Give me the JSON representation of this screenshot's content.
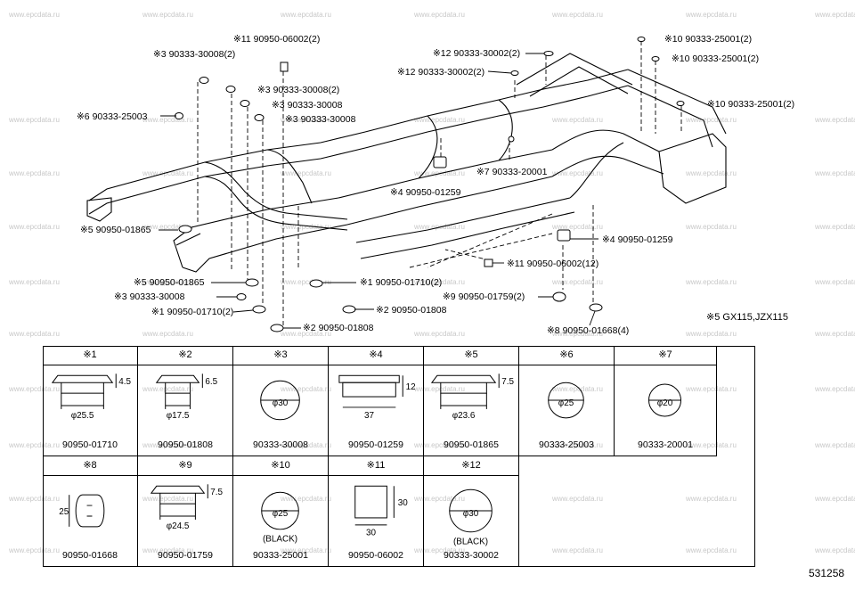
{
  "watermark": "www.epcdata.ru",
  "callouts": [
    {
      "id": "c11a",
      "mark": "※11",
      "text": "90950-06002(2)"
    },
    {
      "id": "c3a",
      "mark": "※3",
      "text": "90333-30008(2)"
    },
    {
      "id": "c3b",
      "mark": "※3",
      "text": "90333-30008(2)"
    },
    {
      "id": "c3c",
      "mark": "※3",
      "text": "90333-30008"
    },
    {
      "id": "c3d",
      "mark": "※3",
      "text": "90333-30008"
    },
    {
      "id": "c6",
      "mark": "※6",
      "text": "90333-25003"
    },
    {
      "id": "c12a",
      "mark": "※12",
      "text": "90333-30002(2)"
    },
    {
      "id": "c12b",
      "mark": "※12",
      "text": "90333-30002(2)"
    },
    {
      "id": "c10a",
      "mark": "※10",
      "text": "90333-25001(2)"
    },
    {
      "id": "c10b",
      "mark": "※10",
      "text": "90333-25001(2)"
    },
    {
      "id": "c10c",
      "mark": "※10",
      "text": "90333-25001(2)"
    },
    {
      "id": "c7",
      "mark": "※7",
      "text": "90333-20001"
    },
    {
      "id": "c4a",
      "mark": "※4",
      "text": "90950-01259"
    },
    {
      "id": "c4b",
      "mark": "※4",
      "text": "90950-01259"
    },
    {
      "id": "c5a",
      "mark": "※5",
      "text": "90950-01865"
    },
    {
      "id": "c5b",
      "mark": "※5",
      "text": "90950-01865"
    },
    {
      "id": "c11b",
      "mark": "※11",
      "text": "90950-06002(12)"
    },
    {
      "id": "c1a",
      "mark": "※1",
      "text": "90950-01710(2)"
    },
    {
      "id": "c3e",
      "mark": "※3",
      "text": "90333-30008"
    },
    {
      "id": "c9",
      "mark": "※9",
      "text": "90950-01759(2)"
    },
    {
      "id": "c1b",
      "mark": "※1",
      "text": "90950-01710(2)"
    },
    {
      "id": "c2a",
      "mark": "※2",
      "text": "90950-01808"
    },
    {
      "id": "c2b",
      "mark": "※2",
      "text": "90950-01808"
    },
    {
      "id": "c8",
      "mark": "※8",
      "text": "90950-01668(4)"
    }
  ],
  "model_note": "※5  GX115,JZX115",
  "table": [
    {
      "head": "※1",
      "part": "90950-01710",
      "dims": [
        "4.5",
        "φ25.5"
      ]
    },
    {
      "head": "※2",
      "part": "90950-01808",
      "dims": [
        "6.5",
        "φ17.5"
      ]
    },
    {
      "head": "※3",
      "part": "90333-30008",
      "dims": [
        "φ30"
      ]
    },
    {
      "head": "※4",
      "part": "90950-01259",
      "dims": [
        "12",
        "37"
      ]
    },
    {
      "head": "※5",
      "part": "90950-01865",
      "dims": [
        "7.5",
        "φ23.6"
      ]
    },
    {
      "head": "※6",
      "part": "90333-25003",
      "dims": [
        "φ25"
      ]
    },
    {
      "head": "※7",
      "part": "90333-20001",
      "dims": [
        "φ20"
      ]
    },
    {
      "head": "※8",
      "part": "90950-01668",
      "dims": [
        "25"
      ]
    },
    {
      "head": "※9",
      "part": "90950-01759",
      "dims": [
        "7.5",
        "φ24.5"
      ]
    },
    {
      "head": "※10",
      "part": "90333-25001",
      "dims": [
        "φ25",
        "(BLACK)"
      ]
    },
    {
      "head": "※11",
      "part": "90950-06002",
      "dims": [
        "30",
        "30"
      ]
    },
    {
      "head": "※12",
      "part": "90333-30002",
      "dims": [
        "φ30",
        "(BLACK)"
      ]
    }
  ],
  "figure_number": "531258"
}
